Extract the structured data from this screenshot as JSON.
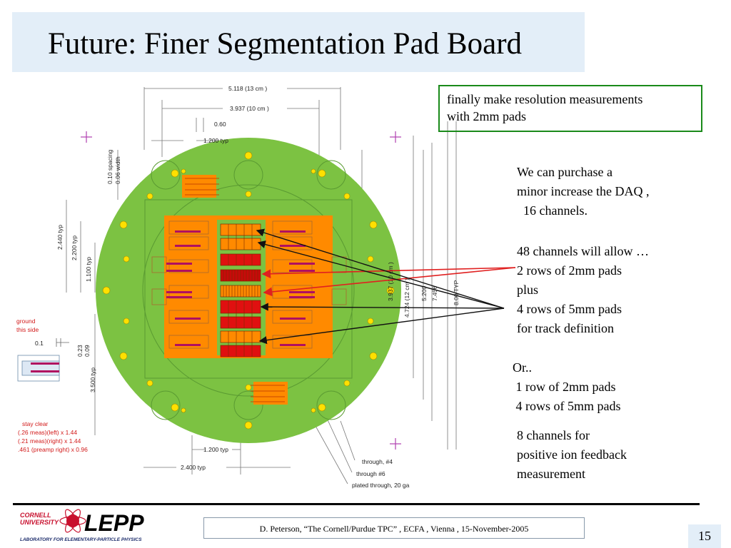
{
  "title": "Future: Finer Segmentation Pad Board",
  "callout": {
    "line1": "finally make resolution measurements",
    "line2": " with 2mm pads"
  },
  "block1": [
    "We can purchase a",
    "minor increase the DAQ ,",
    "  16 channels."
  ],
  "block2": [
    "48 channels will allow …",
    "2 rows of 2mm pads",
    "plus",
    "4 rows of 5mm pads",
    "for track definition"
  ],
  "block3": [
    "Or..",
    " 1 row of 2mm pads",
    " 4 rows of 5mm pads"
  ],
  "block4": [
    "8 channels for",
    "positive ion feedback",
    "measurement"
  ],
  "drawing": {
    "dim_5118": "5.118    (13 cm )",
    "dim_3937": "3.937    (10 cm )",
    "dim_060": "0.60",
    "dim_1200_top": "1.200 typ",
    "dim_spacing": "0.10  spacing",
    "dim_width": "0.06 width",
    "dim_2440": "2.440 typ",
    "dim_2200": "2.200 typ",
    "dim_1100": "1.100 typ",
    "dim_3937v": "3.937   (10 cm )",
    "dim_4724": "4.724   (12 cm )",
    "dim_5200": "5.200",
    "dim_7456": "7.456",
    "dim_800": "8.00 TYP",
    "ground": "ground",
    "this_side": "this side",
    "dim_01": "0.1",
    "dim_023": "0.23",
    "dim_009": "0.09",
    "dim_3500": "3.500 typ",
    "stay_clear": "stay clear",
    "meas_left": "(.26 meas)(left)   x 1.44",
    "meas_right": "(.21 meas)(right) x 1.44",
    "preamp": ".461 (preamp right) x 0.96",
    "dim_1200_bottom": "1.200 typ",
    "dim_2400": "2.400 typ",
    "through4": "through, #4",
    "through6": "through #6",
    "plated": "plated through, 20 ga"
  },
  "logo": {
    "cornell": "CORNELL",
    "university": "UNIVERSITY",
    "lepp": "LEPP",
    "lab": "LABORATORY FOR ELEMENTARY-PARTICLE PHYSICS"
  },
  "citation": "D. Peterson,  “The Cornell/Purdue TPC” ,  ECFA , Vienna , 15-November-2005",
  "page_number": "15",
  "colors": {
    "title_bg": "#e3eef8",
    "board_green": "#7cc242",
    "pad_orange": "#ff8a00",
    "pad_red": "#e01010",
    "arrow_red": "#e02020",
    "callout_border": "#1a8a1a"
  }
}
